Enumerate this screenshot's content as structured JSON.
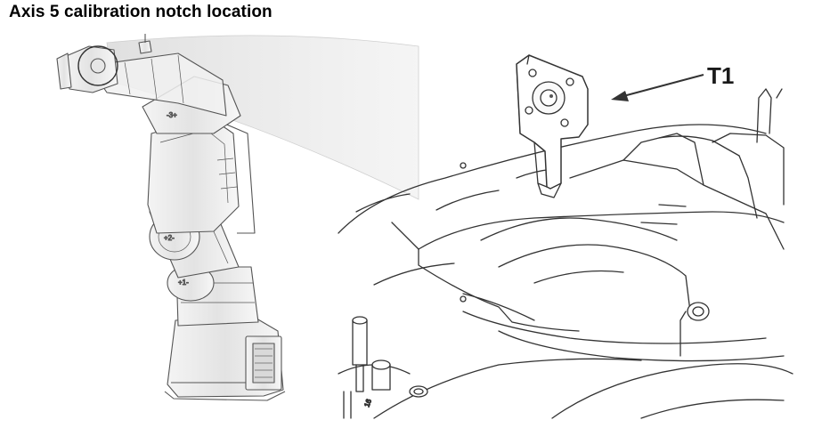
{
  "title": "Axis 5 calibration notch location",
  "callout": {
    "label": "T1"
  },
  "robot_marks": {
    "axis3": "-3+",
    "axis2": "+2-",
    "axis1": "+1-"
  },
  "detail_mark": "16"
}
